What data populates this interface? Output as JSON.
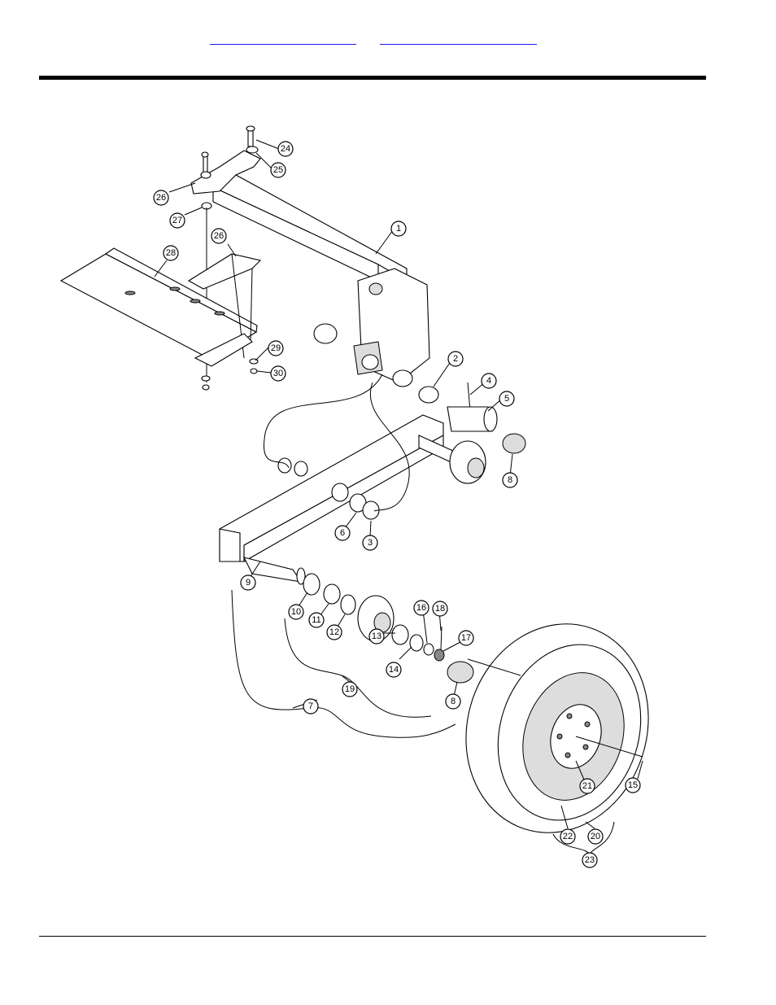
{
  "header": {
    "link_1": "",
    "link_2": ""
  },
  "callouts": [
    "1",
    "2",
    "3",
    "4",
    "5",
    "6",
    "7",
    "8",
    "8",
    "9",
    "10",
    "11",
    "12",
    "13",
    "14",
    "15",
    "16",
    "17",
    "18",
    "19",
    "20",
    "21",
    "22",
    "23",
    "24",
    "25",
    "26",
    "26",
    "27",
    "28",
    "29",
    "30"
  ]
}
